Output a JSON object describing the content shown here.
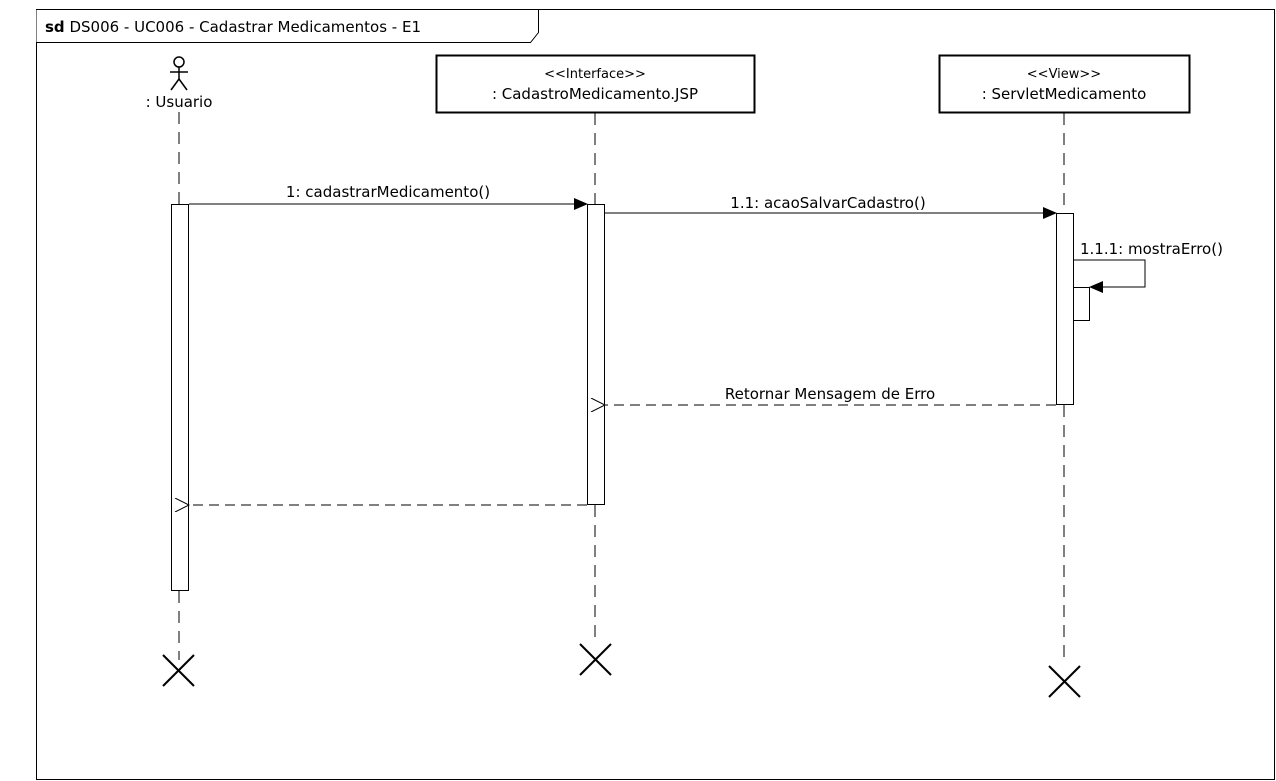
{
  "frame": {
    "keyword": "sd",
    "title": "DS006 - UC006 - Cadastrar Medicamentos - E1"
  },
  "lifelines": [
    {
      "id": "usuario",
      "kind": "actor",
      "stereotype": "",
      "name": ": Usuario"
    },
    {
      "id": "jsp",
      "kind": "object",
      "stereotype": "<<Interface>>",
      "name": ": CadastroMedicamento.JSP"
    },
    {
      "id": "servlet",
      "kind": "object",
      "stereotype": "<<View>>",
      "name": ": ServletMedicamento"
    }
  ],
  "messages": [
    {
      "id": "msg-1",
      "label": "1: cadastrarMedicamento()",
      "from": "usuario",
      "to": "jsp",
      "type": "sync"
    },
    {
      "id": "msg-1-1",
      "label": "1.1: acaoSalvarCadastro()",
      "from": "jsp",
      "to": "servlet",
      "type": "sync"
    },
    {
      "id": "msg-1-1-1",
      "label": "1.1.1: mostraErro()",
      "from": "servlet",
      "to": "servlet",
      "type": "self"
    },
    {
      "id": "msg-return-error",
      "label": "Retornar Mensagem de Erro",
      "from": "servlet",
      "to": "jsp",
      "type": "return"
    },
    {
      "id": "msg-return-user",
      "label": "",
      "from": "jsp",
      "to": "usuario",
      "type": "return"
    }
  ]
}
